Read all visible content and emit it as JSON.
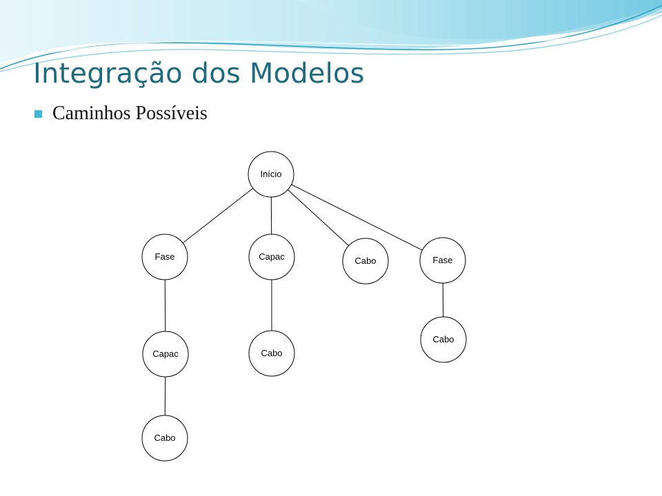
{
  "slide": {
    "title": "Integração dos Modelos",
    "bullet": "Caminhos Possíveis"
  },
  "colors": {
    "title": "#1d6b7f",
    "bullet": "#3fb7d2",
    "banner_light": "#d8f1f7",
    "banner_mid": "#9fdcec",
    "banner_line": "#2aa4c6"
  },
  "tree": {
    "nodes": [
      {
        "id": "inicio",
        "label": "Início"
      },
      {
        "id": "fase1",
        "label": "Fase"
      },
      {
        "id": "capac1",
        "label": "Capac"
      },
      {
        "id": "cabo1",
        "label": "Cabo"
      },
      {
        "id": "fase2",
        "label": "Fase"
      },
      {
        "id": "capac2",
        "label": "Capac"
      },
      {
        "id": "cabo2",
        "label": "Cabo"
      },
      {
        "id": "cabo3",
        "label": "Cabo"
      },
      {
        "id": "cabo4",
        "label": "Cabo"
      }
    ],
    "edges": [
      [
        "inicio",
        "fase1"
      ],
      [
        "inicio",
        "capac1"
      ],
      [
        "inicio",
        "cabo1"
      ],
      [
        "inicio",
        "fase2"
      ],
      [
        "fase1",
        "capac2"
      ],
      [
        "capac2",
        "cabo4"
      ],
      [
        "capac1",
        "cabo2"
      ],
      [
        "fase2",
        "cabo3"
      ]
    ]
  }
}
